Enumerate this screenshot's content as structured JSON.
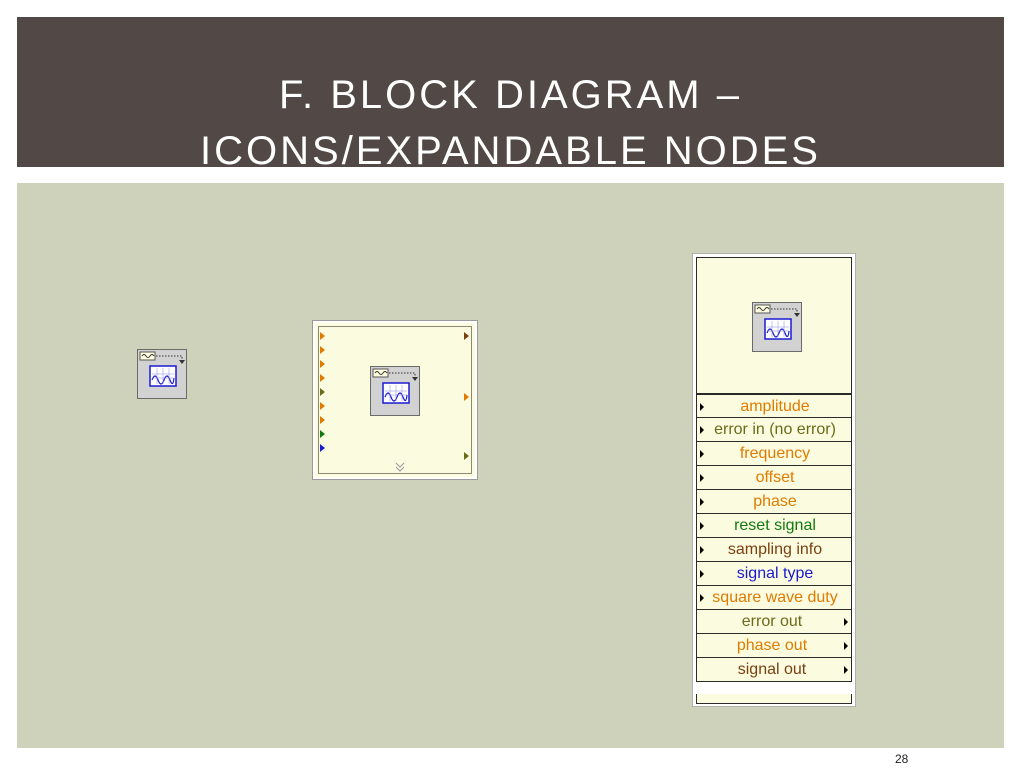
{
  "slide": {
    "title_line1": "F. BLOCK DIAGRAM –",
    "title_line2": "ICONS/EXPANDABLE NODES",
    "page_number": "28"
  },
  "colors": {
    "title_bg": "#524845",
    "content_bg": "#ced2ba",
    "node_bg": "#fbfbe0",
    "orange": "#e07b00",
    "green": "#0f7a0f",
    "brown": "#7a3f10",
    "blue": "#1a1ad0",
    "olive": "#6b6b1a"
  },
  "icon_names": {
    "vi_icon": "waveform-generator-icon",
    "expand": "chevron-double-down-icon"
  },
  "expanded_node": {
    "terminals": [
      {
        "label": "amplitude",
        "dir": "in",
        "color": "#e07b00"
      },
      {
        "label": "error in (no error)",
        "dir": "in",
        "color": "#6b6b1a"
      },
      {
        "label": "frequency",
        "dir": "in",
        "color": "#e07b00"
      },
      {
        "label": "offset",
        "dir": "in",
        "color": "#e07b00"
      },
      {
        "label": "phase",
        "dir": "in",
        "color": "#e07b00"
      },
      {
        "label": "reset signal",
        "dir": "in",
        "color": "#0f7a0f"
      },
      {
        "label": "sampling info",
        "dir": "in",
        "color": "#7a3f10"
      },
      {
        "label": "signal type",
        "dir": "in",
        "color": "#1a1ad0"
      },
      {
        "label": "square wave duty",
        "dir": "in",
        "color": "#e07b00"
      },
      {
        "label": "error out",
        "dir": "out",
        "color": "#6b6b1a"
      },
      {
        "label": "phase out",
        "dir": "out",
        "color": "#e07b00"
      },
      {
        "label": "signal out",
        "dir": "out",
        "color": "#7a3f10"
      }
    ]
  }
}
